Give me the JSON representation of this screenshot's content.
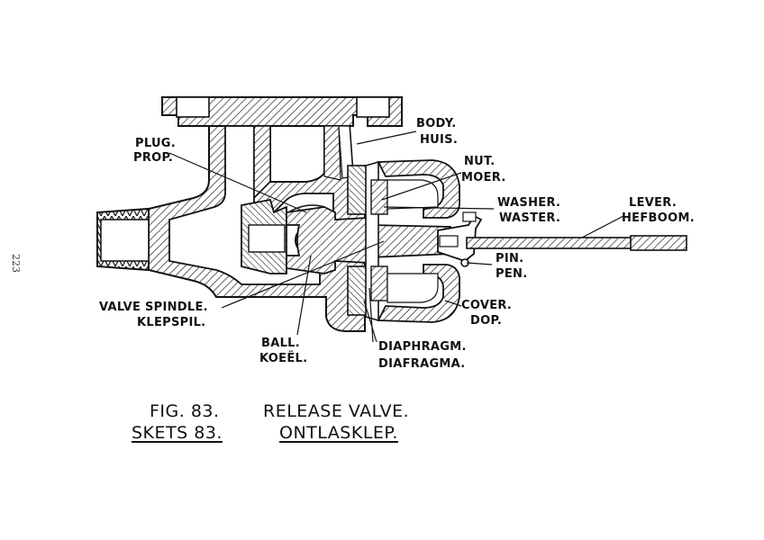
{
  "page_number": "223",
  "labels": {
    "body": "BODY.",
    "huis": "HUIS.",
    "plug": "PLUG.",
    "prop": "PROP.",
    "nut": "NUT.",
    "moer": "MOER.",
    "washer": "WASHER.",
    "waster": "WASTER.",
    "lever": "LEVER.",
    "hefboom": "HEFBOOM.",
    "pin": "PIN.",
    "pen": "PEN.",
    "cover": "COVER.",
    "dop": "DOP.",
    "valve_spindle": "VALVE SPINDLE.",
    "klepspil": "KLEPSPIL.",
    "ball": "BALL.",
    "koeel": "KOEËL.",
    "diaphragm": "DIAPHRAGM.",
    "diafragma": "DIAFRAGMA."
  },
  "caption": {
    "fig": "FIG. 83.",
    "skets": "SKETS 83.",
    "title_en": "RELEASE VALVE.",
    "title_af": "ONTLASKLEP."
  }
}
